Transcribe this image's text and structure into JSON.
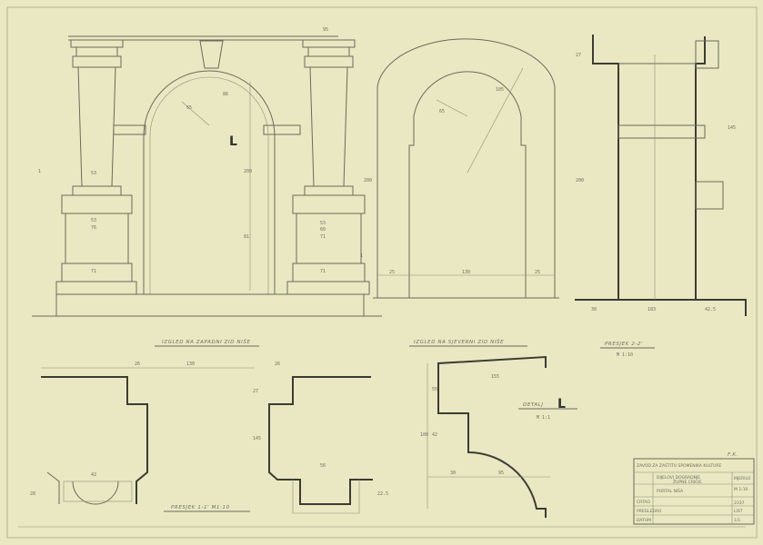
{
  "titles": {
    "elevation_left": "IZGLED NA ZAPADNI ZID NIŠE",
    "elevation_middle": "IZGLED NA SJEVERNI ZID NIŠE",
    "section_22": "PRESJEK 2-2'",
    "section_22_scale": "M 1:10",
    "section_11": "PRESJEK 1-1' M1:10",
    "detail": "DETALJ",
    "detail_mark": "L",
    "detail_scale": "M 1:1",
    "section_mark": "1",
    "signature": "F.K."
  },
  "dims": {
    "top_width": "95",
    "col_53": "53",
    "col_76": "76",
    "col_71": "71",
    "col_60": "60",
    "radius_65": "65",
    "r_86": "86",
    "h_200": "200",
    "h_81": "81",
    "mid_25a": "25",
    "mid_130": "130",
    "mid_25b": "25",
    "mid_r": "65",
    "mid_r2": "105",
    "mid_200": "200",
    "sec_27": "27",
    "sec_200": "200",
    "sec_145": "145",
    "sec_30": "30",
    "sec_183": "183",
    "sec_425": "42.5",
    "plan_26a": "26",
    "plan_130": "130",
    "plan_26b": "26",
    "plan_42": "42",
    "plan_28": "28",
    "s2_27": "27",
    "s2_145": "145",
    "s2_56": "56",
    "s2_225": "22.5",
    "det_155": "155",
    "det_30": "30",
    "det_95": "95",
    "det_100": "100",
    "det_42": "42",
    "det_55": "55"
  },
  "title_block": {
    "institution": "ZAVOD ZA ZAŠTITU SPOMENIKA KULTURE",
    "project": "DIJELOVI DOGRADNJE",
    "project_sub": "ŽUPNE CRKVE",
    "drawing": "PORTAL NIŠA",
    "scale_label": "MJERILO",
    "scale": "M 1:10",
    "sheet_no": "2337",
    "drawn_label": "CRTAO",
    "checked_label": "PREGLEDAO",
    "date_label": "DATUM",
    "sheet_label": "LIST",
    "sheet": "1/1"
  }
}
